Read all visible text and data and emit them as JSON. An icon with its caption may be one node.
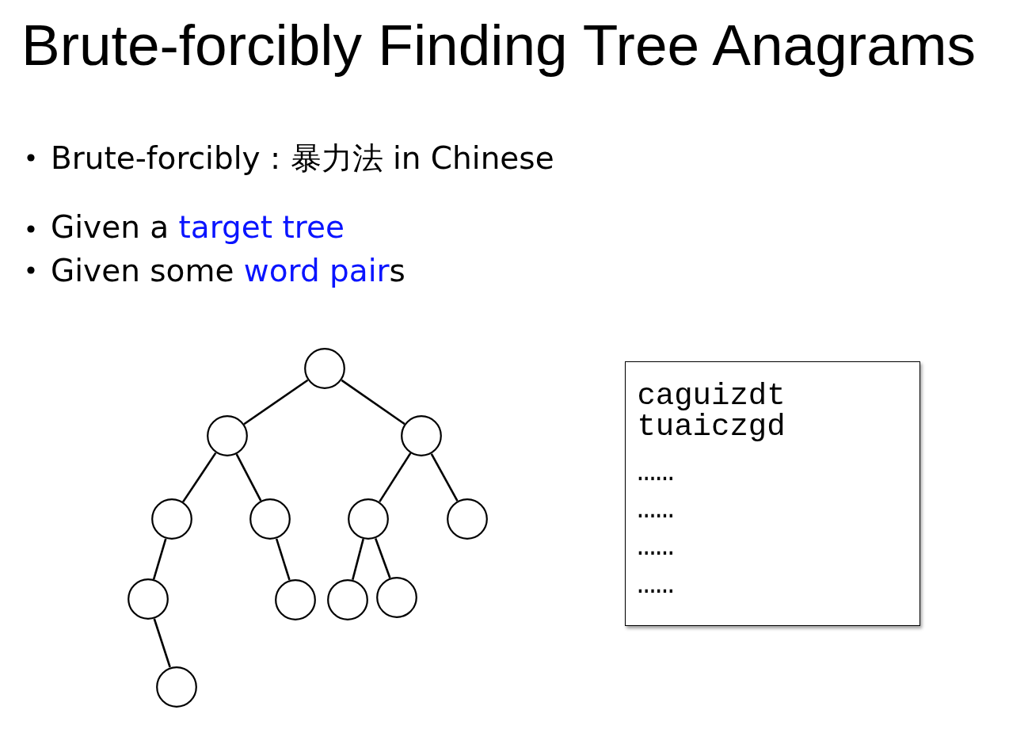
{
  "diagram": {
    "title": "Brute-forcibly Finding Tree Anagrams",
    "nodes": [
      {
        "text": [],
        "shape": "circle"
      },
      {
        "text": [],
        "shape": "circle"
      },
      {
        "text": [],
        "shape": "circle"
      },
      {
        "text": [],
        "shape": "circle"
      },
      {
        "text": [],
        "shape": "circle"
      },
      {
        "text": [],
        "shape": "circle"
      },
      {
        "text": [],
        "shape": "circle"
      },
      {
        "text": [],
        "shape": "circle"
      },
      {
        "text": [],
        "shape": "circle"
      },
      {
        "text": [],
        "shape": "circle"
      },
      {
        "text": [],
        "shape": "circle"
      },
      {
        "text": [],
        "shape": "circle"
      },
      {
        "text": [
          "caguizdt",
          "tuaiczgd",
          "……",
          "……",
          "……",
          "……"
        ]
      }
    ],
    "edges": [
      {
        "from": 0,
        "to": 1,
        "arrow": "none"
      },
      {
        "from": 0,
        "to": 2,
        "arrow": "none"
      },
      {
        "from": 1,
        "to": 3,
        "arrow": "none"
      },
      {
        "from": 1,
        "to": 4,
        "arrow": "none"
      },
      {
        "from": 2,
        "to": 5,
        "arrow": "none"
      },
      {
        "from": 2,
        "to": 6,
        "arrow": "none"
      },
      {
        "from": 3,
        "to": 7,
        "arrow": "none"
      },
      {
        "from": 4,
        "to": 8,
        "arrow": "none"
      },
      {
        "from": 5,
        "to": 9,
        "arrow": "none"
      },
      {
        "from": 5,
        "to": 10,
        "arrow": "none"
      },
      {
        "from": 7,
        "to": 11,
        "arrow": "none"
      }
    ],
    "labels": [
      "Brute-forcibly : 暴力法 in Chinese",
      "Given a target tree",
      "Given some word pairs"
    ]
  }
}
